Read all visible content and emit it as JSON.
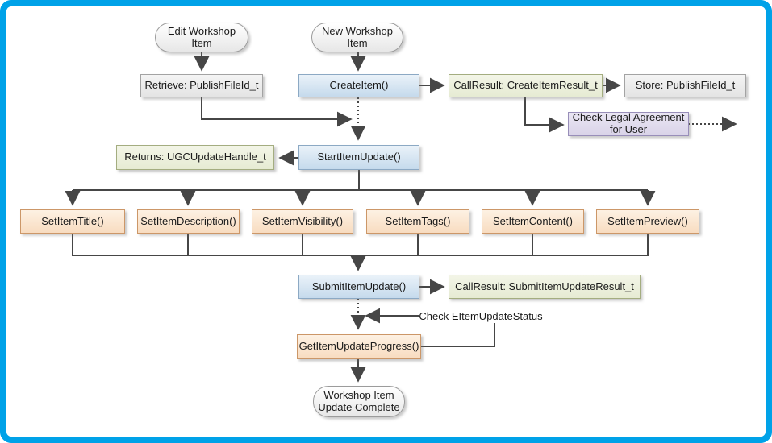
{
  "diagram": {
    "palette": {
      "frame_border": "#00a2e8",
      "connector": "#464646",
      "text": "#1a1a1a",
      "terminator_fill": "#f0f0f0",
      "api_call_blue": "#cfe0ef",
      "result_green": "#eaefd8",
      "data_gray": "#ebebeb",
      "setter_orange": "#fae3c8",
      "check_purple": "#ded8ea"
    },
    "nodes": {
      "edit_workshop_item": {
        "label": "Edit Workshop Item"
      },
      "new_workshop_item": {
        "label": "New Workshop Item"
      },
      "retrieve_publishfileid": {
        "label": "Retrieve: PublishFileId_t"
      },
      "create_item": {
        "label": "CreateItem()"
      },
      "callresult_createitem": {
        "label": "CallResult: CreateItemResult_t"
      },
      "store_publishfileid": {
        "label": "Store: PublishFileId_t"
      },
      "check_legal_agreement": {
        "label": "Check Legal Agreement for User"
      },
      "returns_ugcupdatehandle": {
        "label": "Returns: UGCUpdateHandle_t"
      },
      "start_item_update": {
        "label": "StartItemUpdate()"
      },
      "set_item_title": {
        "label": "SetItemTitle()"
      },
      "set_item_description": {
        "label": "SetItemDescription()"
      },
      "set_item_visibility": {
        "label": "SetItemVisibility()"
      },
      "set_item_tags": {
        "label": "SetItemTags()"
      },
      "set_item_content": {
        "label": "SetItemContent()"
      },
      "set_item_preview": {
        "label": "SetItemPreview()"
      },
      "submit_item_update": {
        "label": "SubmitItemUpdate()"
      },
      "callresult_submititemupdate": {
        "label": "CallResult: SubmitItemUpdateResult_t"
      },
      "get_item_update_progress": {
        "label": "GetItemUpdateProgress()"
      },
      "workshop_item_update_complete": {
        "label": "Workshop Item Update Complete"
      }
    },
    "edge_label": "Check EItemUpdateStatus"
  }
}
